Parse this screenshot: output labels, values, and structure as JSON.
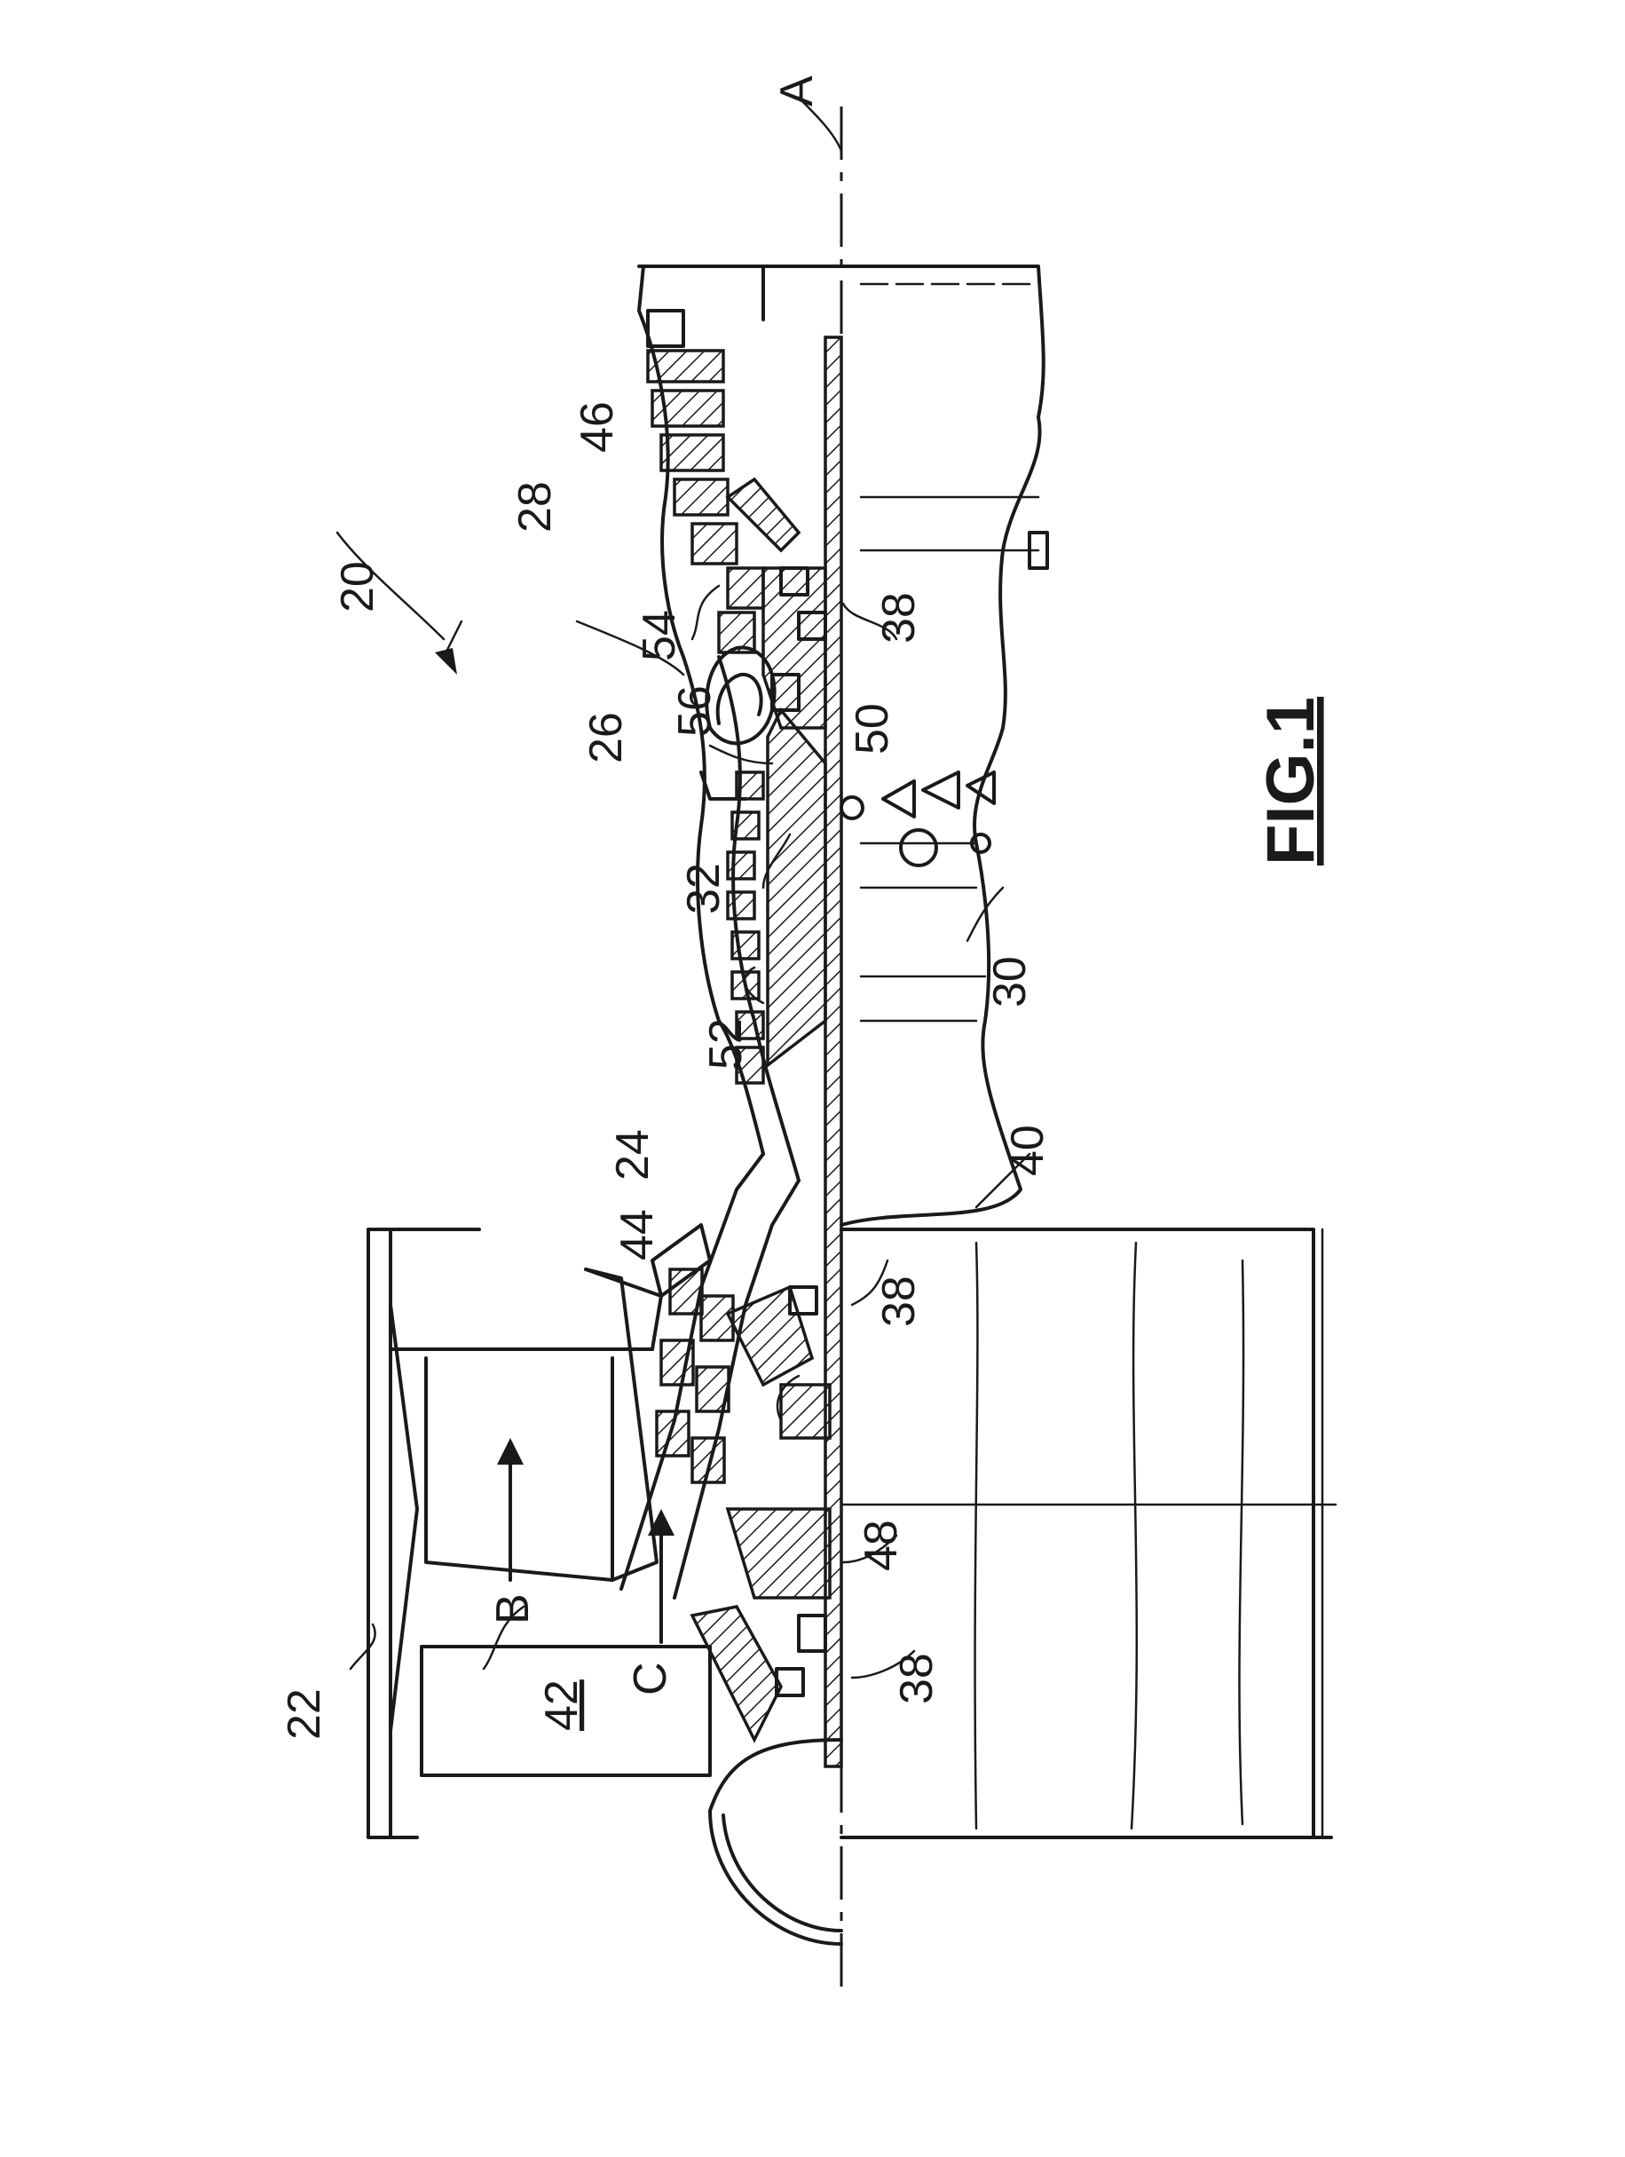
{
  "figure": {
    "caption": "FIG.1",
    "labels": {
      "engine": "20",
      "fan_section": "22",
      "compressor_section": "24",
      "combustor_section": "26",
      "turbine_section": "28",
      "outer_shaft": "30",
      "outer_shaft_alt": "32",
      "bearing_1": "38",
      "bearing_2": "38",
      "bearing_3": "38",
      "inner_shaft": "40",
      "fan": "42",
      "low_compressor": "44",
      "low_turbine": "46",
      "gear": "48",
      "high_shaft": "50",
      "high_compressor": "52",
      "high_turbine": "54",
      "combustor": "56",
      "axis": "A",
      "bypass_flow": "B",
      "core_flow": "C"
    }
  }
}
